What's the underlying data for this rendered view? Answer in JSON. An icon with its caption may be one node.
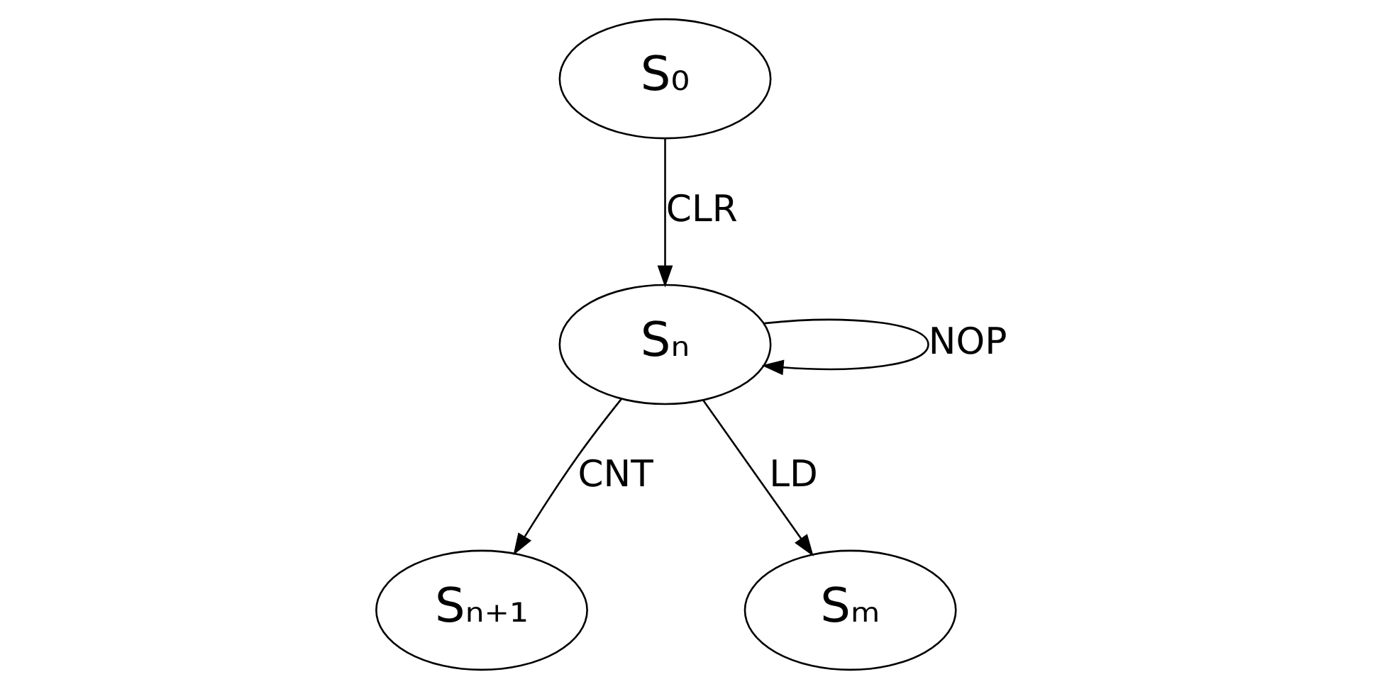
{
  "diagram": {
    "nodes": [
      {
        "text": [
          "S₀"
        ]
      },
      {
        "text": [
          "Sₙ"
        ]
      },
      {
        "text": [
          "Sₙ₊₁"
        ]
      },
      {
        "text": [
          "Sₘ"
        ]
      }
    ],
    "edges": [
      {
        "from": 0,
        "to": 1,
        "arrow": "to",
        "label": "CLR"
      },
      {
        "from": 1,
        "to": 1,
        "arrow": "to",
        "label": "NOP"
      },
      {
        "from": 1,
        "to": 2,
        "arrow": "to",
        "label": "CNT"
      },
      {
        "from": 1,
        "to": 3,
        "arrow": "to",
        "label": "LD"
      }
    ]
  }
}
